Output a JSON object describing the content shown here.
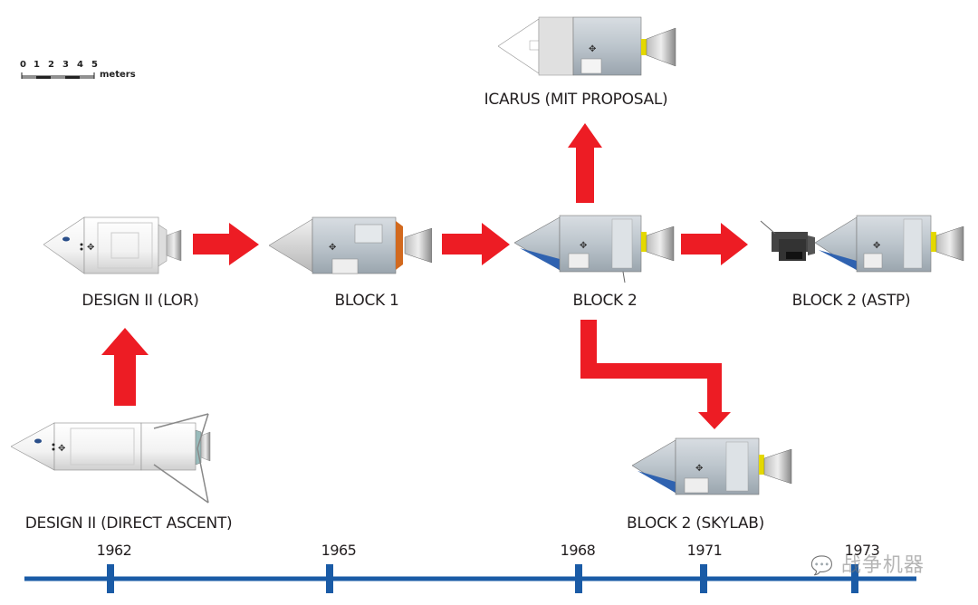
{
  "title": "Apollo CSM design evolution",
  "scale_bar": {
    "ticks": [
      "0",
      "1",
      "2",
      "3",
      "4",
      "5"
    ],
    "unit": "meters"
  },
  "colors": {
    "arrow": "#ed1c24",
    "timeline": "#1a5ba6",
    "text": "#231f20"
  },
  "spacecraft": [
    {
      "id": "design2-direct",
      "label": "DESIGN II (DIRECT ASCENT)"
    },
    {
      "id": "design2-lor",
      "label": "DESIGN II (LOR)"
    },
    {
      "id": "block1",
      "label": "BLOCK 1"
    },
    {
      "id": "block2",
      "label": "BLOCK 2"
    },
    {
      "id": "icarus",
      "label": "ICARUS (MIT PROPOSAL)"
    },
    {
      "id": "block2-astp",
      "label": "BLOCK 2 (ASTP)"
    },
    {
      "id": "block2-skylab",
      "label": "BLOCK 2 (SKYLAB)"
    }
  ],
  "arrows": [
    {
      "from": "design2-direct",
      "to": "design2-lor",
      "direction": "up"
    },
    {
      "from": "design2-lor",
      "to": "block1",
      "direction": "right"
    },
    {
      "from": "block1",
      "to": "block2",
      "direction": "right"
    },
    {
      "from": "block2",
      "to": "icarus",
      "direction": "up"
    },
    {
      "from": "block2",
      "to": "block2-astp",
      "direction": "right"
    },
    {
      "from": "block2",
      "to": "block2-skylab",
      "direction": "down-right-down"
    }
  ],
  "timeline": {
    "years": [
      "1962",
      "1965",
      "1968",
      "1971",
      "1973"
    ]
  },
  "watermark": "战争机器"
}
